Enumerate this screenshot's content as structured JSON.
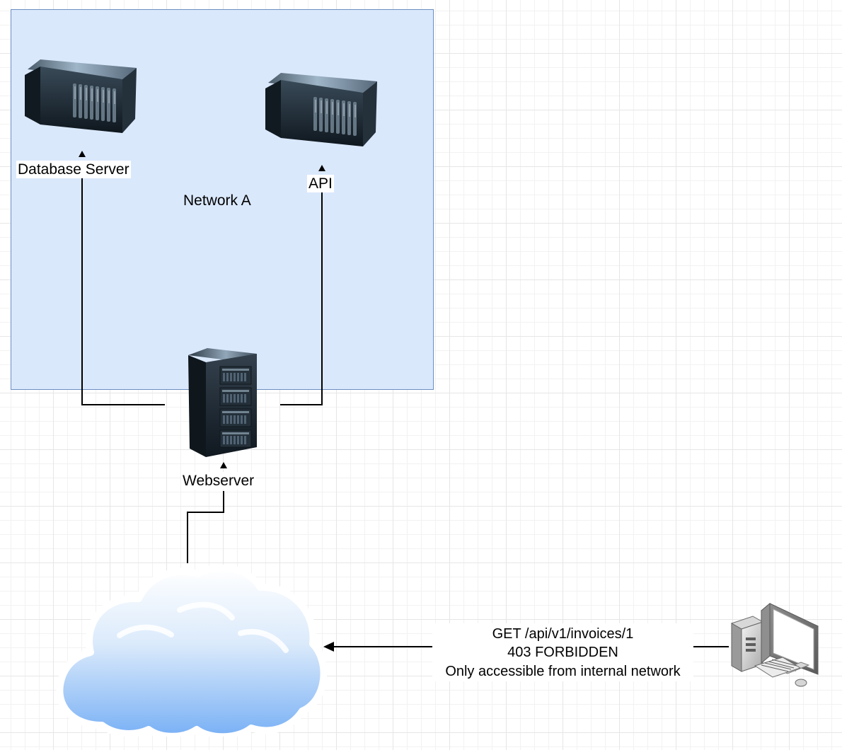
{
  "diagram": {
    "network_label": "Network A",
    "nodes": {
      "database_server": {
        "label": "Database Server",
        "icon": "rack-server-icon"
      },
      "api": {
        "label": "API",
        "icon": "rack-server-icon"
      },
      "webserver": {
        "label": "Webserver",
        "icon": "tower-server-icon"
      },
      "internet": {
        "icon": "cloud-icon"
      },
      "client": {
        "icon": "desktop-computer-icon"
      }
    },
    "request": {
      "line1": "GET /api/v1/invoices/1",
      "line2": "403 FORBIDDEN",
      "line3": "Only accessible from internal network"
    },
    "colors": {
      "network_fill": "#dae8fc",
      "network_border": "#6c8ebf",
      "grid": "#e6e6e6",
      "edge": "#000000"
    }
  }
}
